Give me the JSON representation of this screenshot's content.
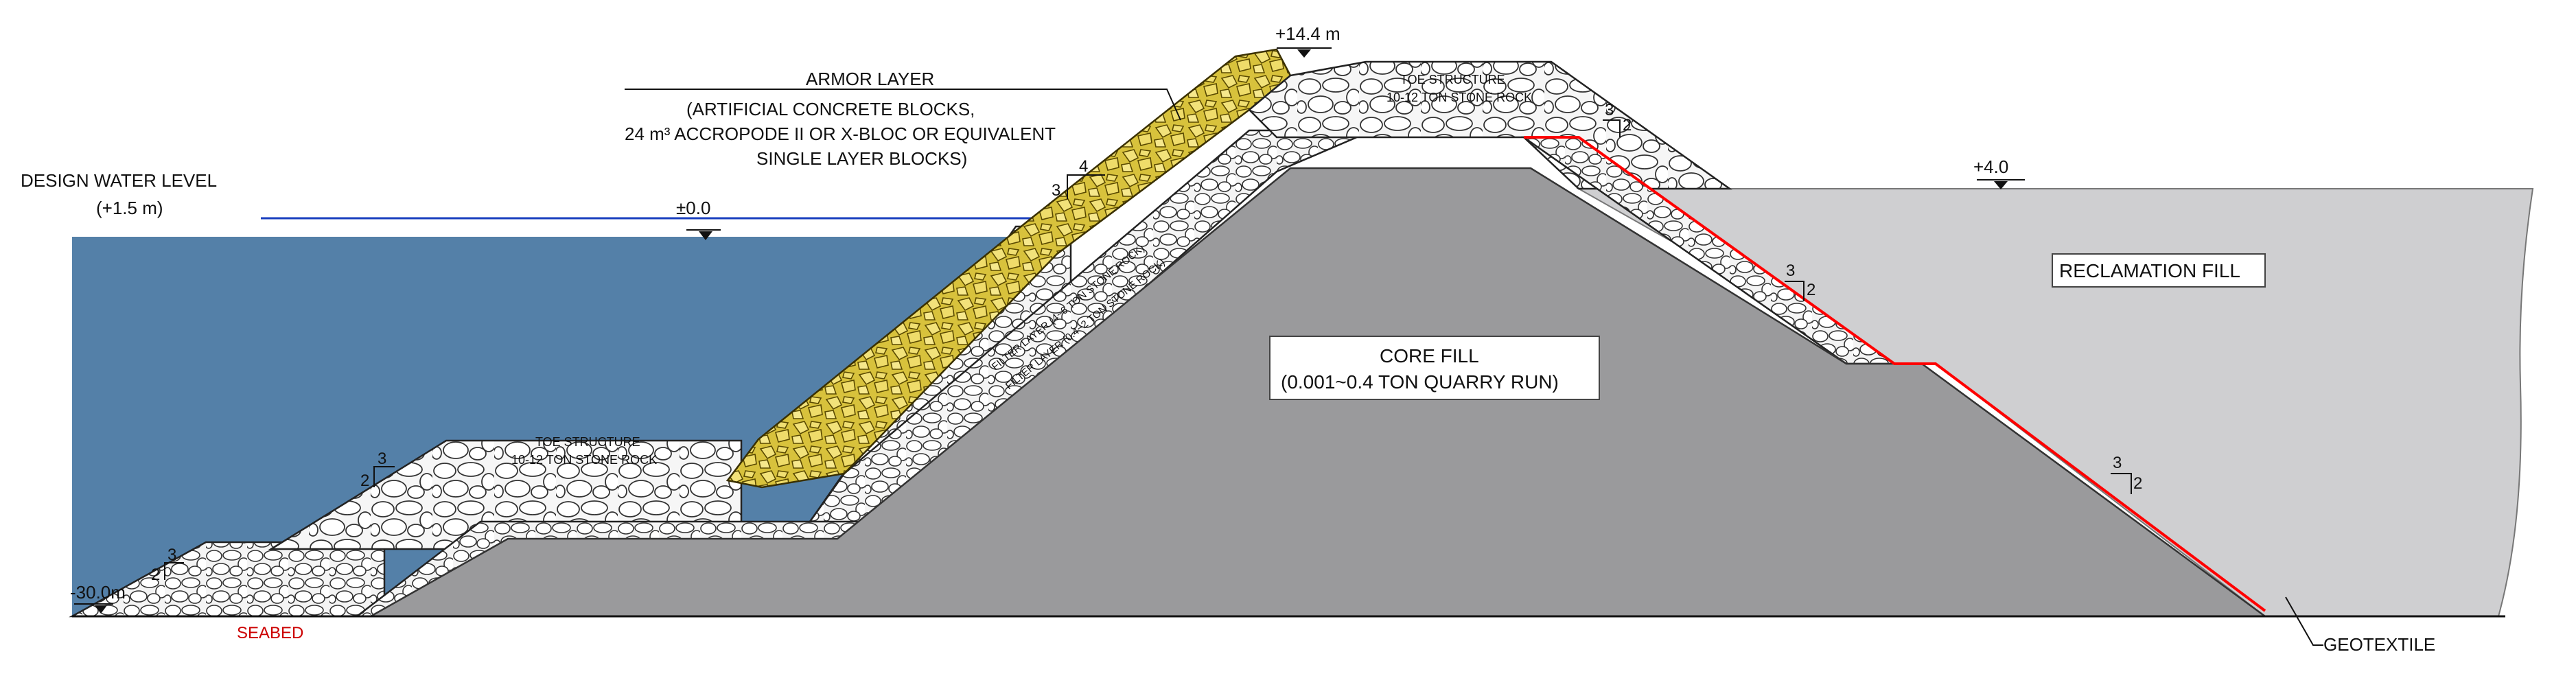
{
  "labels": {
    "design_water_level_1": "DESIGN WATER LEVEL",
    "design_water_level_2": "(+1.5 m)",
    "zero_level": "±0.0",
    "crest_level": "+14.4 m",
    "fill_level": "+4.0",
    "seabed_level": "-30.0m",
    "seabed": "SEABED",
    "geotextile": "GEOTEXTILE",
    "armor_title": "ARMOR LAYER",
    "armor_line1": "(ARTIFICIAL CONCRETE BLOCKS,",
    "armor_line2": "24 m³ ACCROPODE II OR X-BLOC OR EQUIVALENT",
    "armor_line3": "SINGLE LAYER BLOCKS)",
    "toe_lower_1": "TOE STRUCTURE",
    "toe_lower_2": "10-12 TON STONE ROCK",
    "toe_upper_1": "TOE STRUCTURE",
    "toe_upper_2": "10-12 TON STONE ROCK",
    "filter_1": "FILTER LAYER (4~6 TON STONE ROCK)",
    "filter_2": "FILTER LAYER (0.4~2 TON STONE ROCK)",
    "core_1": "CORE FILL",
    "core_2": "(0.001~0.4 TON QUARRY RUN)",
    "reclamation": "RECLAMATION FILL"
  },
  "slopes": {
    "armor_h": "4",
    "armor_v": "3",
    "lower_toe_h": "3",
    "lower_toe_v": "2",
    "seabed_toe_h": "3",
    "seabed_toe_v": "2",
    "crest_back_h": "3",
    "crest_back_v": "2",
    "inner_h": "3",
    "inner_v": "2",
    "outer_h": "3",
    "outer_v": "2"
  },
  "colors": {
    "water": "#5480a8",
    "core": "#9a9a9c",
    "reclamation": "#cfcfd1",
    "rock_fill": "#f2f2f2",
    "armor": "#e8d55a",
    "geotextile": "#ff0000",
    "water_line": "#1a3fbf"
  }
}
